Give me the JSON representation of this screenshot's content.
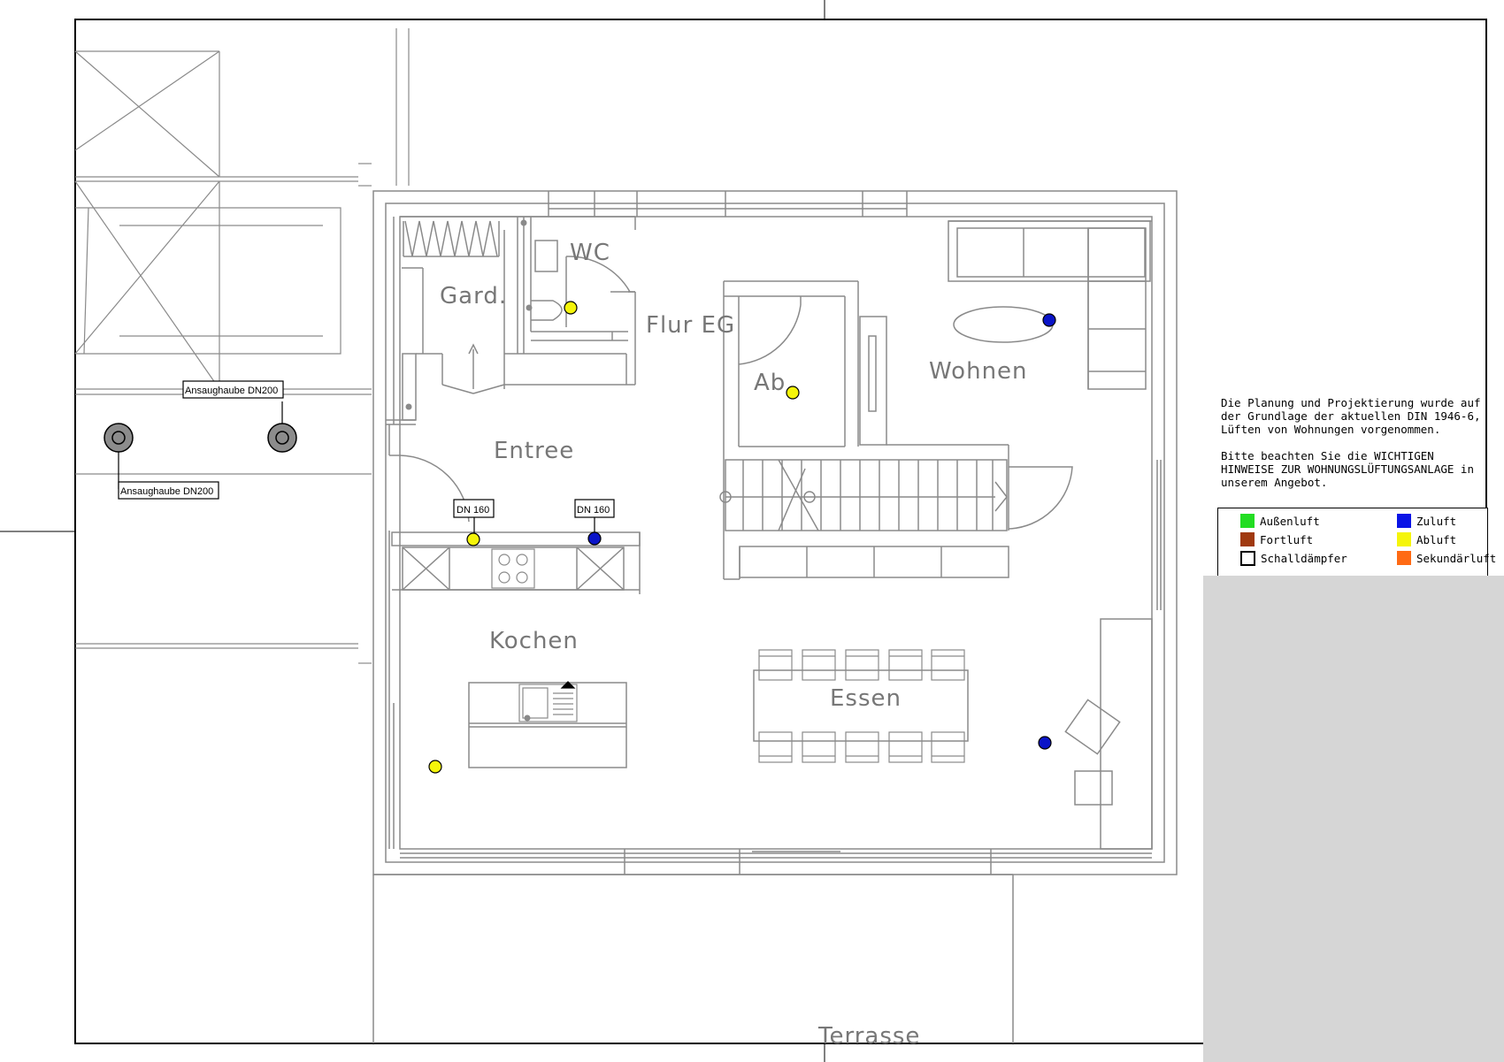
{
  "rooms": {
    "garderobe": "Gard.",
    "wc": "WC",
    "flur": "Flur EG",
    "ab": "Ab.",
    "wohnen": "Wohnen",
    "entree": "Entree",
    "kochen": "Kochen",
    "essen": "Essen",
    "terrasse": "Terrasse"
  },
  "hoods": {
    "top_label": "Ansaughaube DN200",
    "bottom_label": "Ansaughaube DN200"
  },
  "duct_tags": {
    "abluft_tag": "DN 160",
    "zuluft_tag": "DN 160"
  },
  "notes": {
    "paragraph1": "Die Planung und Projektierung wurde auf der Grundlage der aktuellen DIN 1946-6, Lüften von Wohnungen vorgenommen.",
    "paragraph2": "Bitte beachten Sie die WICHTIGEN HINWEISE ZUR WOHNUNGSLÜFTUNGSANLAGE in unserem Angebot."
  },
  "legend": {
    "aussenluft": {
      "label": "Außenluft",
      "color": "#22dd22"
    },
    "fortluft": {
      "label": "Fortluft",
      "color": "#a0390f"
    },
    "schalldaempfer": {
      "label": "Schalldämpfer",
      "color": "#ffffff"
    },
    "zuluft": {
      "label": "Zuluft",
      "color": "#0a14e6"
    },
    "abluft": {
      "label": "Abluft",
      "color": "#f5f50a"
    },
    "sekundaerluft": {
      "label": "Sekundärluft",
      "color": "#ff6a14"
    }
  },
  "colors": {
    "wall_line": "#8a8a8a",
    "frame_line": "#000000",
    "hood_fill": "#8c8c8c",
    "zuluft_valve": "#0a14c8",
    "abluft_valve": "#f5f50a"
  },
  "icons": [
    "abluft-valve-icon",
    "zuluft-valve-icon",
    "intake-hood-icon",
    "stove-icon",
    "sink-icon"
  ]
}
